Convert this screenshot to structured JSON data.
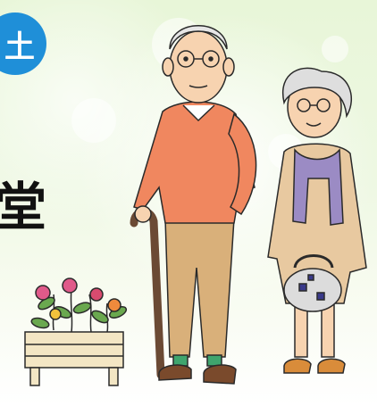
{
  "badge": {
    "text": "土",
    "color": "#1f8fd8"
  },
  "heading_fragment": "堂",
  "colors": {
    "background": "#eaf6dc",
    "man_sweater": "#f0875f",
    "man_pants": "#d9b07a",
    "woman_coat": "#e8c9a0",
    "scarf": "#9b8bc4",
    "planter_wood": "#f3e6c4"
  },
  "icons": [
    "elderly-man",
    "elderly-woman",
    "flower-planter",
    "walking-cane",
    "handbag"
  ]
}
